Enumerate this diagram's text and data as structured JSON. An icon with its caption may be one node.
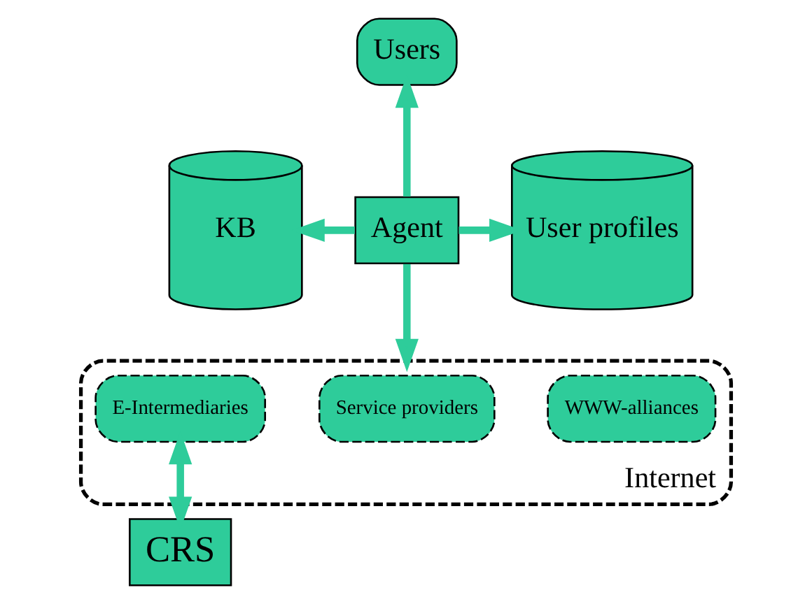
{
  "diagram": {
    "nodes": [
      {
        "text": [
          "Users"
        ]
      },
      {
        "text": [
          "KB"
        ]
      },
      {
        "text": [
          "Agent"
        ]
      },
      {
        "text": [
          "User profiles"
        ]
      },
      {
        "text": [
          "Internet"
        ]
      },
      {
        "text": [
          "E-Intermediaries"
        ],
        "in": 4
      },
      {
        "text": [
          "Service providers"
        ],
        "in": 4
      },
      {
        "text": [
          "WWW-alliances"
        ],
        "in": 4
      },
      {
        "text": [
          "CRS"
        ]
      }
    ],
    "edges": [
      {
        "from": 2,
        "to": 0,
        "arrow": "to"
      },
      {
        "from": 2,
        "to": 1,
        "arrow": "to"
      },
      {
        "from": 2,
        "to": 3,
        "arrow": "to"
      },
      {
        "from": 2,
        "to": 4,
        "arrow": "to"
      },
      {
        "from": 5,
        "to": 8,
        "arrow": "both"
      }
    ]
  }
}
